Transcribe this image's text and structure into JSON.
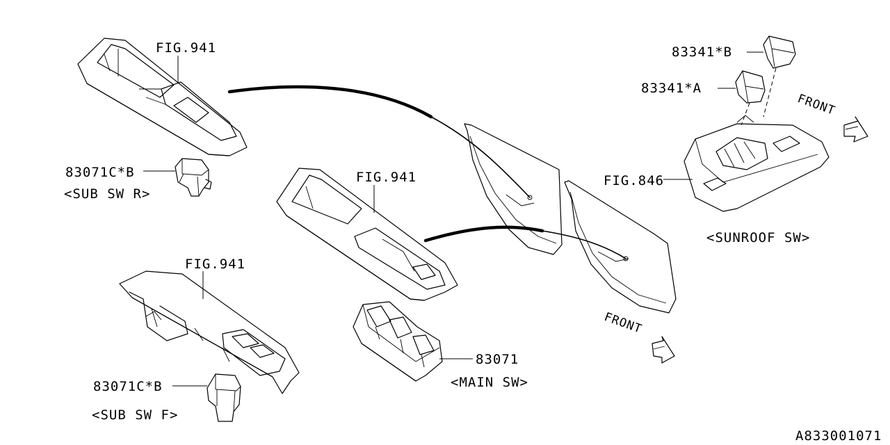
{
  "labels": {
    "fig941_top": "FIG.941",
    "fig941_mid": "FIG.941",
    "fig941_bottom": "FIG.941",
    "fig846": "FIG.846",
    "part_83071C_B_rear": "83071C*B",
    "sub_sw_r": "<SUB SW R>",
    "part_83071C_B_front": "83071C*B",
    "sub_sw_f": "<SUB SW F>",
    "part_83071": "83071",
    "main_sw": "<MAIN SW>",
    "part_83341_B": "83341*B",
    "part_83341_A": "83341*A",
    "sunroof_sw": "<SUNROOF SW>",
    "front_upper": "FRONT",
    "front_lower": "FRONT",
    "drawing_id": "A833001071"
  }
}
